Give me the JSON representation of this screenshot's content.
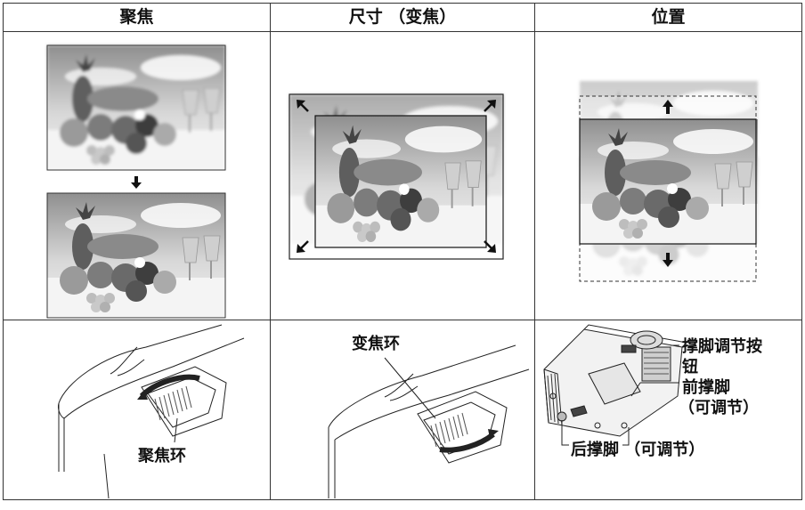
{
  "columns": {
    "focus": "聚焦",
    "size": "尺寸 （变焦）",
    "position": "位置"
  },
  "labels": {
    "focus_ring": "聚焦环",
    "zoom_ring": "变焦环",
    "foot_button_line1": "撑脚调节按",
    "foot_button_line2": "钮",
    "front_foot_line1": "前撑脚",
    "front_foot_line2": "（可调节）",
    "rear_foot": "后撑脚 （可调节）"
  },
  "arrows": {
    "focus_direction": "down",
    "size_directions": [
      "up-left",
      "up-right",
      "down-left",
      "down-right"
    ],
    "position_directions": [
      "up",
      "down"
    ]
  }
}
